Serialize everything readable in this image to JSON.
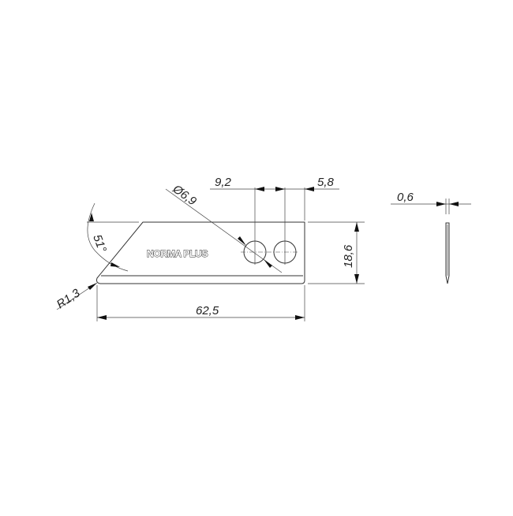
{
  "drawing": {
    "logo_text": "NORMA PLUS",
    "dimensions": {
      "length": "62,5",
      "height": "18,6",
      "hole_spacing": "9,2",
      "hole_edge_offset": "5,8",
      "hole_diameter": "Ø6,9",
      "angle": "51°",
      "radius": "R1,3",
      "thickness": "0,6"
    }
  }
}
